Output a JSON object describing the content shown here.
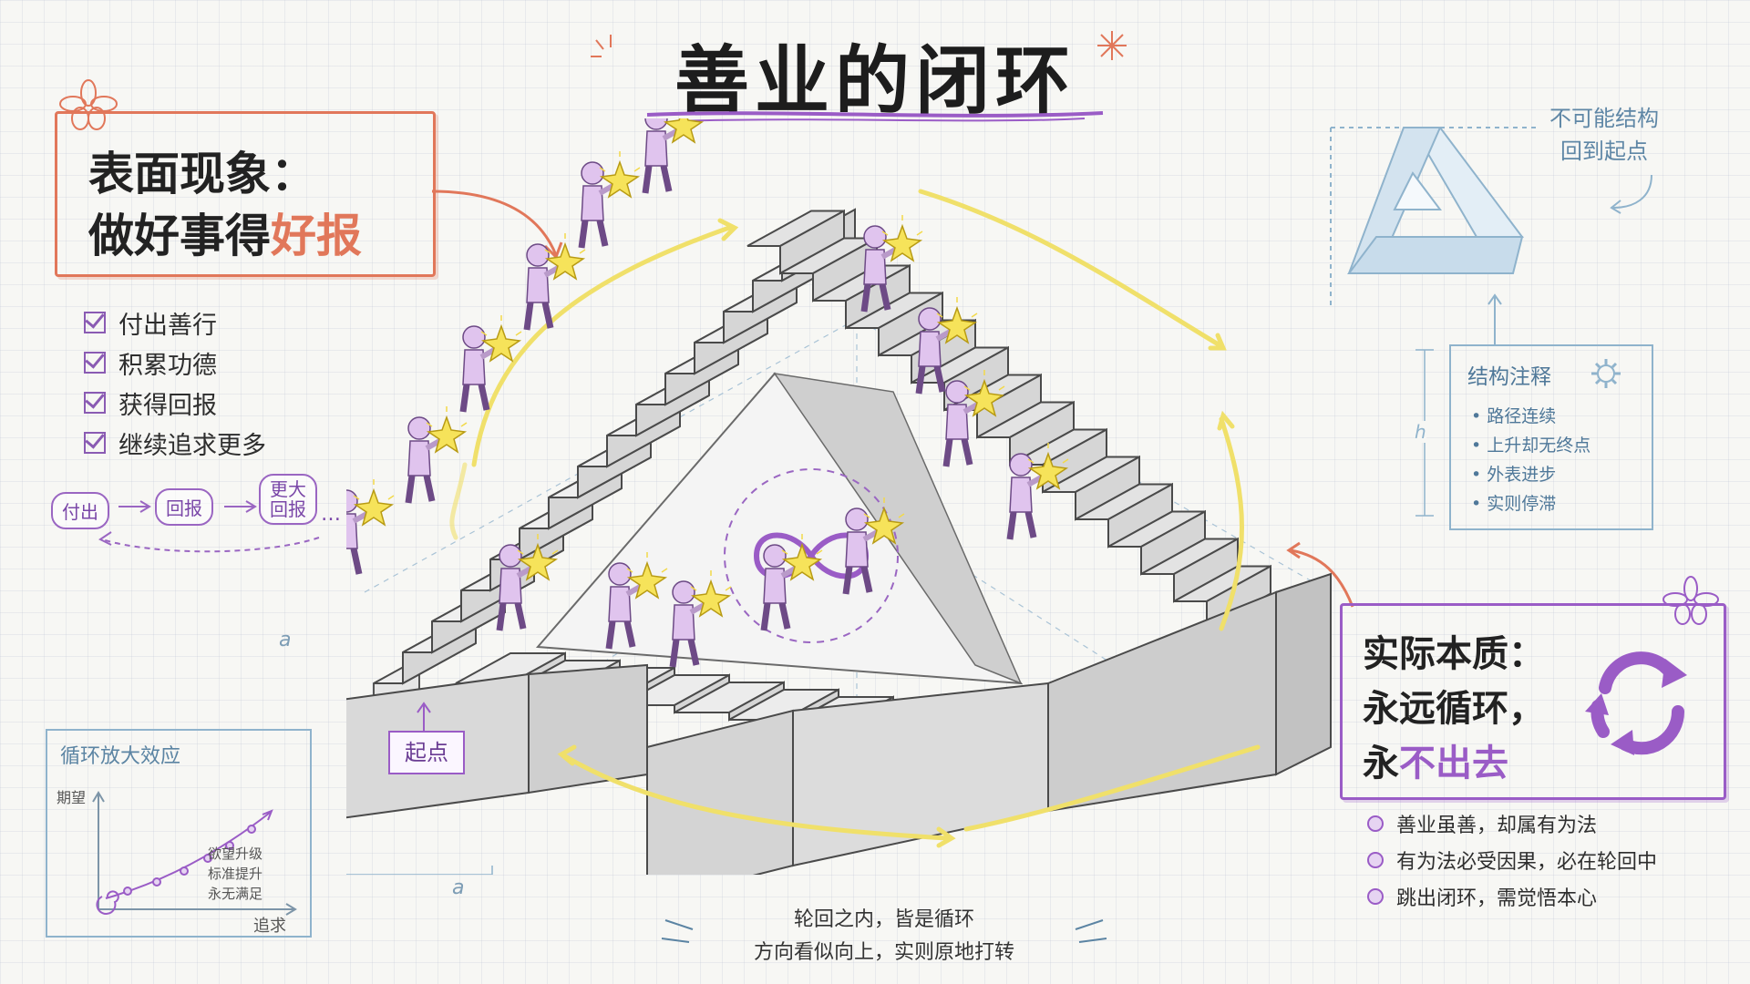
{
  "title": "善业的闭环",
  "surface": {
    "line1": "表面现象：",
    "line2_prefix": "做好事得",
    "line2_highlight": "好报"
  },
  "checklist": [
    "付出善行",
    "积累功德",
    "获得回报",
    "继续追求更多"
  ],
  "flow": {
    "step1": "付出",
    "step2": "回报",
    "step3_line1": "更大",
    "step3_line2": "回报",
    "ellipsis": "…"
  },
  "amplification": {
    "title": "循环放大效应",
    "y_label": "期望",
    "x_label": "追求",
    "annotations": [
      "欲望升级",
      "标准提升",
      "永无满足"
    ]
  },
  "impossible": {
    "line1": "不可能结构",
    "line2": "回到起点"
  },
  "notes": {
    "title": "结构注释",
    "items": [
      "路径连续",
      "上升却无终点",
      "外表进步",
      "实则停滞"
    ],
    "dim_h": "h"
  },
  "dims": {
    "a": "a"
  },
  "essence": {
    "line1": "实际本质：",
    "line2": "永远循环，",
    "line3_prefix": "永",
    "line3_highlight": "不出去"
  },
  "bullets": [
    "善业虽善，却属有为法",
    "有为法必受因果，必在轮回中",
    "跳出闭环，需觉悟本心"
  ],
  "start_label": "起点",
  "caption": {
    "line1": "轮回之内，皆是循环",
    "line2": "方向看似向上，实则原地打转"
  },
  "colors": {
    "accent_orange": "#e1775a",
    "accent_purple": "#9a5cc6",
    "blueprint": "#8fb3cc",
    "arrow_yellow": "#f0e06a"
  }
}
